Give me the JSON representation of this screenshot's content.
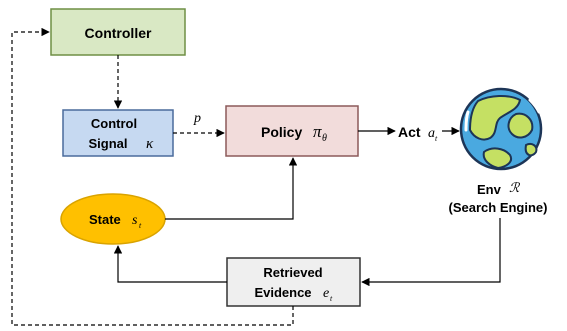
{
  "nodes": {
    "controller": {
      "label": "Controller"
    },
    "control_signal": {
      "line1": "Control",
      "line2": "Signal",
      "symbol": "κ"
    },
    "policy": {
      "label": "Policy",
      "symbol": "π",
      "subscript": "θ"
    },
    "act": {
      "label": "Act",
      "symbol": "a",
      "subscript": "t"
    },
    "env": {
      "label": "Env",
      "symbol": "ℛ",
      "subtitle": "(Search Engine)"
    },
    "state": {
      "label": "State",
      "symbol": "s",
      "subscript": "t"
    },
    "evidence": {
      "line1": "Retrieved",
      "line2": "Evidence",
      "symbol": "e",
      "subscript": "t"
    }
  },
  "edges": {
    "p_label": "p"
  },
  "colors": {
    "controller_fill": "#d9e8c4",
    "controller_stroke": "#6f8f45",
    "control_signal_fill": "#c6d9f1",
    "control_signal_stroke": "#4a6b9c",
    "policy_fill": "#f2dcdb",
    "policy_stroke": "#8c5a5a",
    "state_fill": "#ffc000",
    "state_stroke": "#d9a300",
    "evidence_fill": "#efefef",
    "evidence_stroke": "#333333",
    "globe_water": "#4aa9e0",
    "globe_land": "#c5e063",
    "globe_outline": "#1d3557"
  }
}
